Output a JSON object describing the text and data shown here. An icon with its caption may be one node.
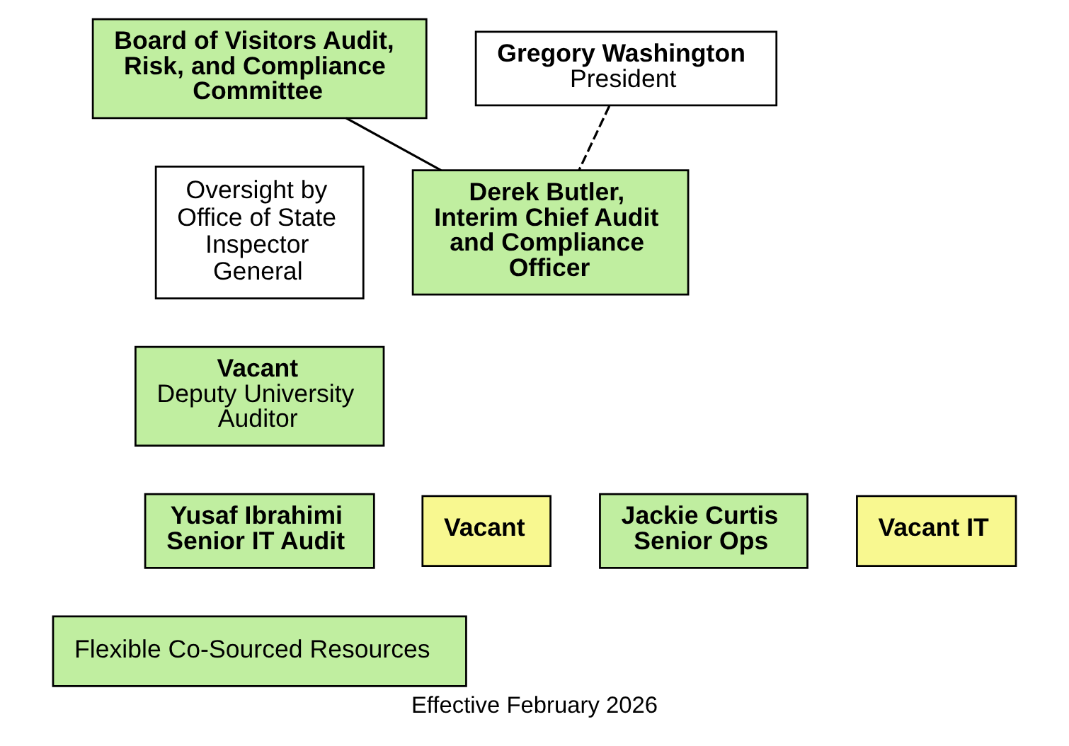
{
  "diagram": {
    "caption": "Effective February 2026",
    "nodes": [
      {
        "text": [
          "Board of Visitors Audit, Risk, and Compliance Committee"
        ]
      },
      {
        "text": [
          "Gregory Washington",
          "President"
        ]
      },
      {
        "text": [
          "Oversight by Office of State Inspector General"
        ]
      },
      {
        "text": [
          "Derek Butler, Interim Chief Audit and Compliance Officer"
        ]
      },
      {
        "text": [
          "Vacant",
          "Deputy University Auditor"
        ]
      },
      {
        "text": [
          "Yusaf Ibrahimi",
          "Senior IT Audit"
        ]
      },
      {
        "text": [
          "Vacant"
        ]
      },
      {
        "text": [
          "Jackie Curtis",
          "Senior Ops"
        ]
      },
      {
        "text": [
          "Vacant IT"
        ]
      },
      {
        "text": [
          "Flexible Co-Sourced Resources"
        ]
      }
    ],
    "edges": [
      {
        "from": 0,
        "to": 3,
        "arrow": "none"
      },
      {
        "from": 1,
        "to": 3,
        "arrow": "none",
        "style": "dashed"
      }
    ]
  }
}
